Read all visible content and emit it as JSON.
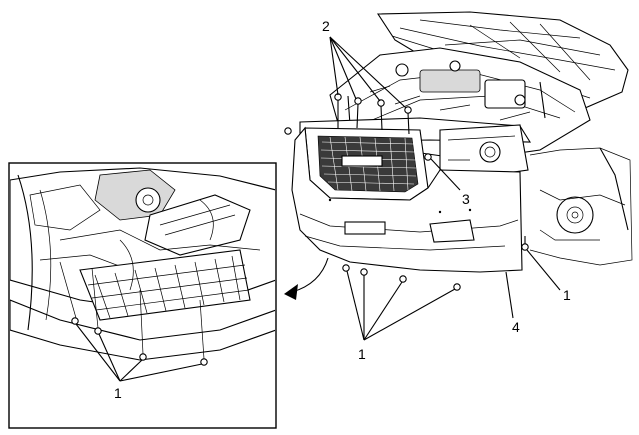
{
  "callouts": {
    "c1_inset": "1",
    "c1_bumper_bottom": "1",
    "c1_right": "1",
    "c2": "2",
    "c3": "3",
    "c4": "4"
  },
  "colors": {
    "line": "#000000",
    "background": "#ffffff",
    "shade": "#d9d9d9",
    "grille": "#3a3a3a"
  }
}
